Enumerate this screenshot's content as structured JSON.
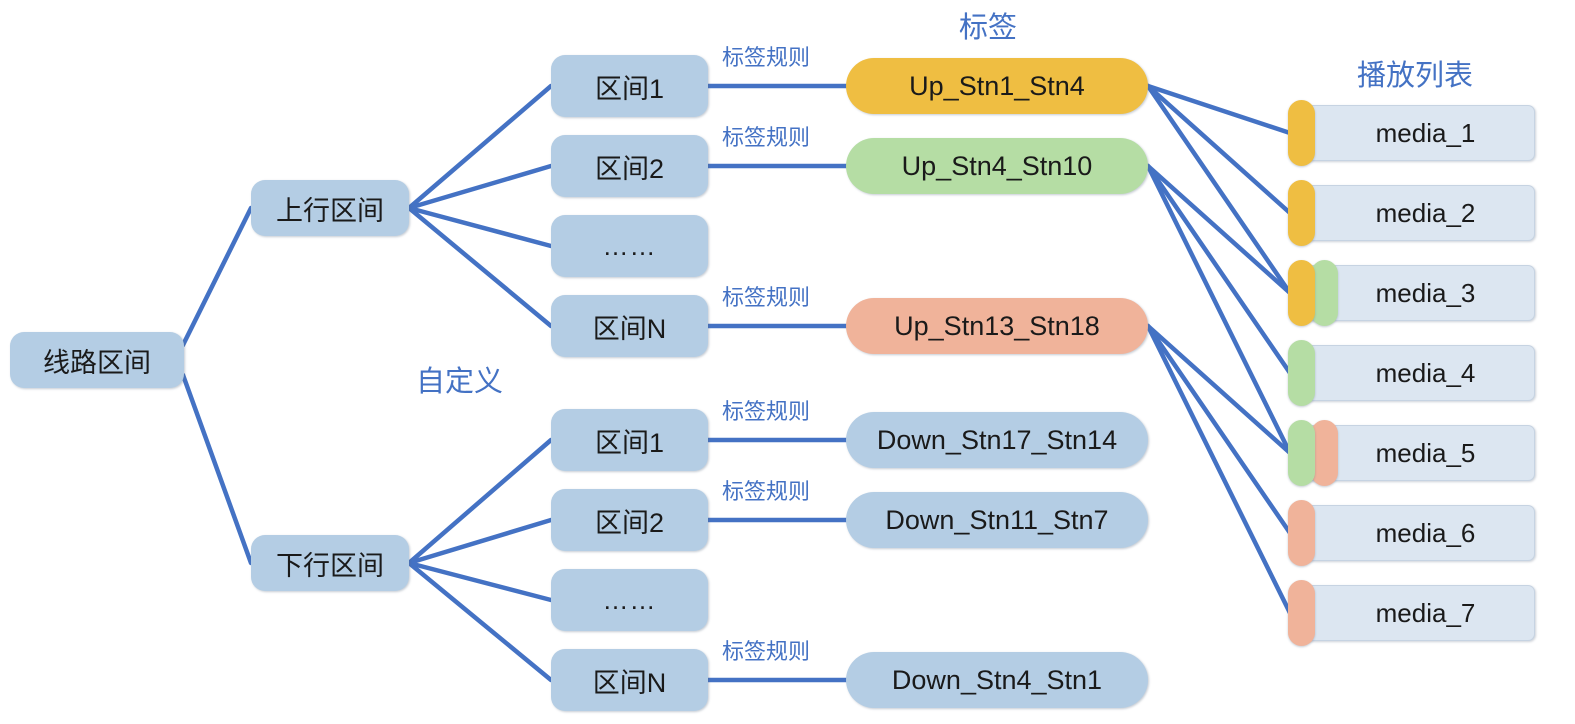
{
  "diagram": {
    "type": "tree-mapping",
    "root": {
      "label": "线路区间"
    },
    "directions": [
      {
        "label": "上行区间"
      },
      {
        "label": "下行区间"
      }
    ],
    "captions": {
      "custom": "自定义",
      "tag_column_title": "标签",
      "playlist_column_title": "播放列表",
      "tag_rule": "标签规则"
    },
    "up_segments": [
      {
        "label": "区间1"
      },
      {
        "label": "区间2"
      },
      {
        "label": "……"
      },
      {
        "label": "区间N"
      }
    ],
    "down_segments": [
      {
        "label": "区间1"
      },
      {
        "label": "区间2"
      },
      {
        "label": "……"
      },
      {
        "label": "区间N"
      }
    ],
    "up_tags": [
      {
        "label": "Up_Stn1_Stn4",
        "color": "#efbe42",
        "color_name": "yellow"
      },
      {
        "label": "Up_Stn4_Stn10",
        "color": "#b5dda4",
        "color_name": "green"
      },
      {
        "label": "Up_Stn13_Stn18",
        "color": "#f0b39a",
        "color_name": "salmon"
      }
    ],
    "down_tags": [
      {
        "label": "Down_Stn17_Stn14",
        "color": "#b4cde4",
        "color_name": "blue"
      },
      {
        "label": "Down_Stn11_Stn7",
        "color": "#b4cde4",
        "color_name": "blue"
      },
      {
        "label": "Down_Stn4_Stn1",
        "color": "#b4cde4",
        "color_name": "blue"
      }
    ],
    "playlist": [
      {
        "label": "media_1",
        "chips": [
          "yellow"
        ]
      },
      {
        "label": "media_2",
        "chips": [
          "yellow"
        ]
      },
      {
        "label": "media_3",
        "chips": [
          "yellow",
          "green"
        ]
      },
      {
        "label": "media_4",
        "chips": [
          "green"
        ]
      },
      {
        "label": "media_5",
        "chips": [
          "green",
          "salmon"
        ]
      },
      {
        "label": "media_6",
        "chips": [
          "salmon"
        ]
      },
      {
        "label": "media_7",
        "chips": [
          "salmon"
        ]
      }
    ],
    "tag_to_media": [
      {
        "tag": "Up_Stn1_Stn4",
        "media": [
          "media_1",
          "media_2",
          "media_3"
        ]
      },
      {
        "tag": "Up_Stn4_Stn10",
        "media": [
          "media_3",
          "media_4",
          "media_5"
        ]
      },
      {
        "tag": "Up_Stn13_Stn18",
        "media": [
          "media_5",
          "media_6",
          "media_7"
        ]
      }
    ],
    "colors": {
      "node_blue": "#b4cde4",
      "tag_yellow": "#efbe42",
      "tag_green": "#b5dda4",
      "tag_salmon": "#f0b39a",
      "media_card": "#dce6f1",
      "connector": "#4472c4",
      "caption_text": "#4472c4"
    }
  }
}
